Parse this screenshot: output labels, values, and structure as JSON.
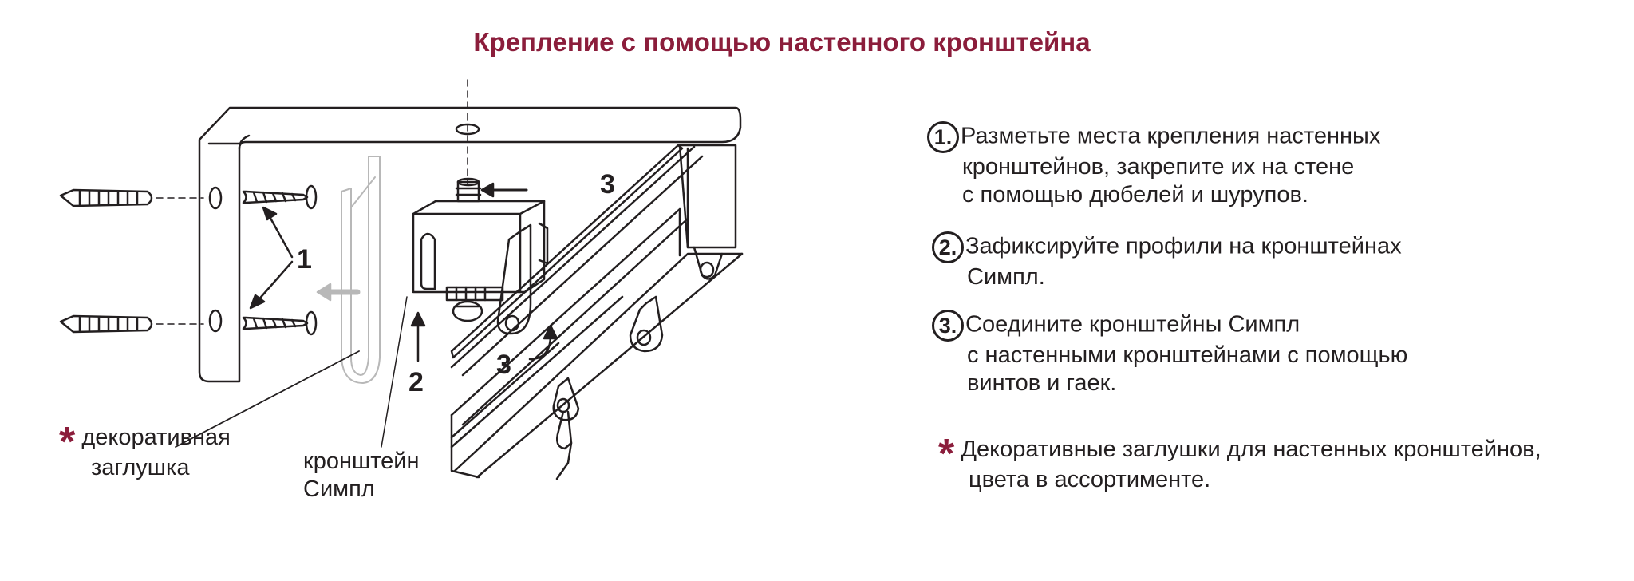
{
  "title": "Крепление с помощью настенного кронштейна",
  "colors": {
    "accent": "#8b1d3b",
    "ink": "#231f20",
    "ghost": "#b8b8b8"
  },
  "callouts": {
    "n1": "1",
    "n2": "2",
    "n3a": "3",
    "n3b": "3"
  },
  "labels": {
    "cap_star": "*",
    "cap_line1": "декоративная",
    "cap_line2": "заглушка",
    "bracket_line1": "кронштейн",
    "bracket_line2": "Симпл"
  },
  "steps": [
    {
      "num": "1.",
      "lines": [
        "Разметьте места крепления  настенных",
        "кронштейнов, закрепите  их  на стене",
        "с помощью дюбелей и шурупов."
      ]
    },
    {
      "num": "2.",
      "lines": [
        "Зафиксируйте профили на кронштейнах",
        "Симпл."
      ]
    },
    {
      "num": "3.",
      "lines": [
        "Соедините кронштейны Симпл",
        "с настенными кронштейнами с помощью",
        "винтов и гаек."
      ]
    }
  ],
  "note": {
    "star": "*",
    "line1": "Декоративные заглушки для настенных кронштейнов,",
    "line2": "цвета в ассортименте."
  }
}
